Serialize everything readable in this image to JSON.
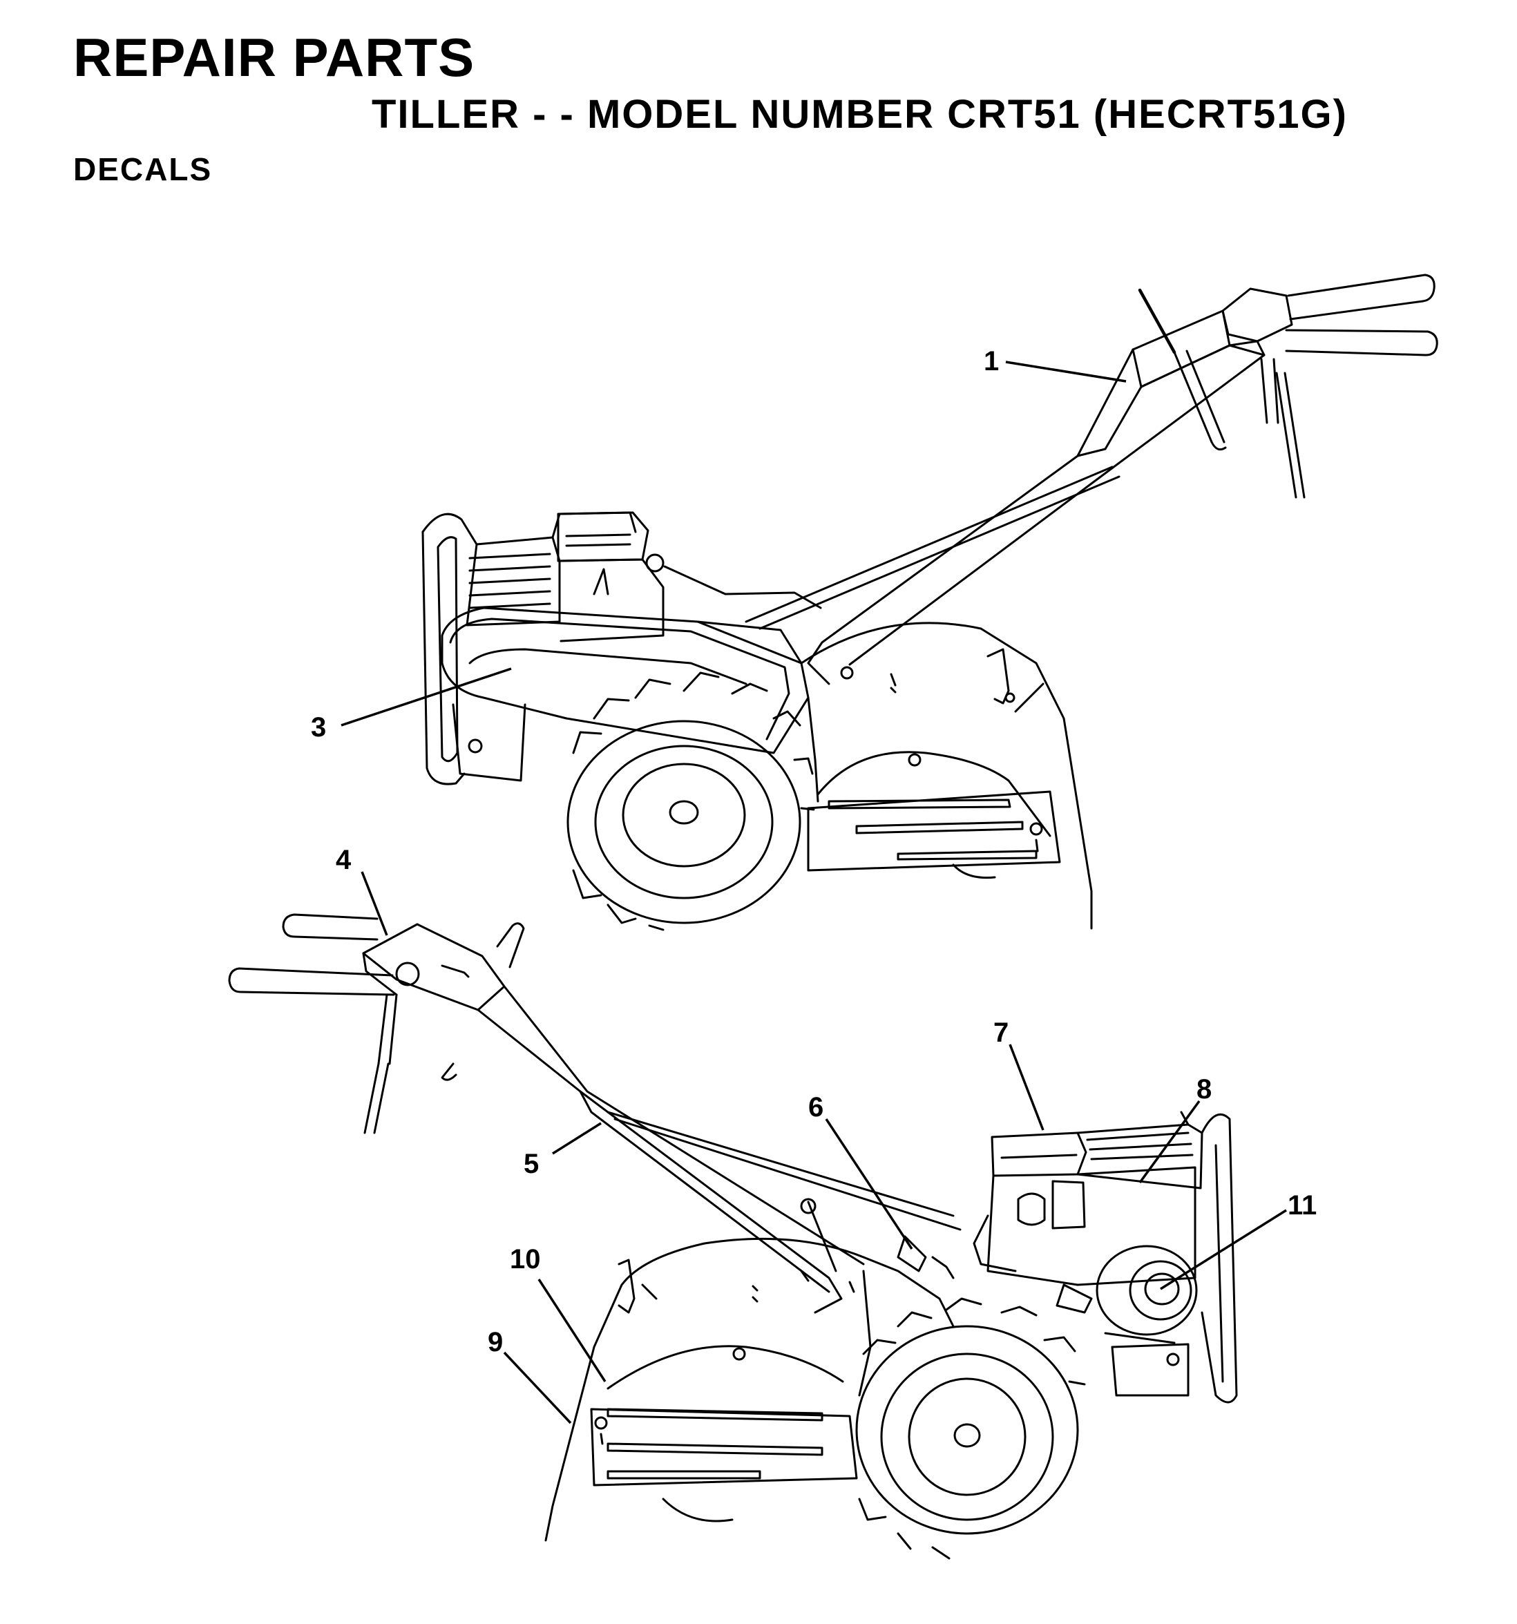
{
  "header": {
    "title": "REPAIR PARTS",
    "subtitle": "TILLER - - MODEL NUMBER CRT51 (HECRT51G)",
    "section": "DECALS"
  },
  "callouts": [
    "1",
    "3",
    "4",
    "5",
    "6",
    "7",
    "8",
    "9",
    "10",
    "11"
  ]
}
